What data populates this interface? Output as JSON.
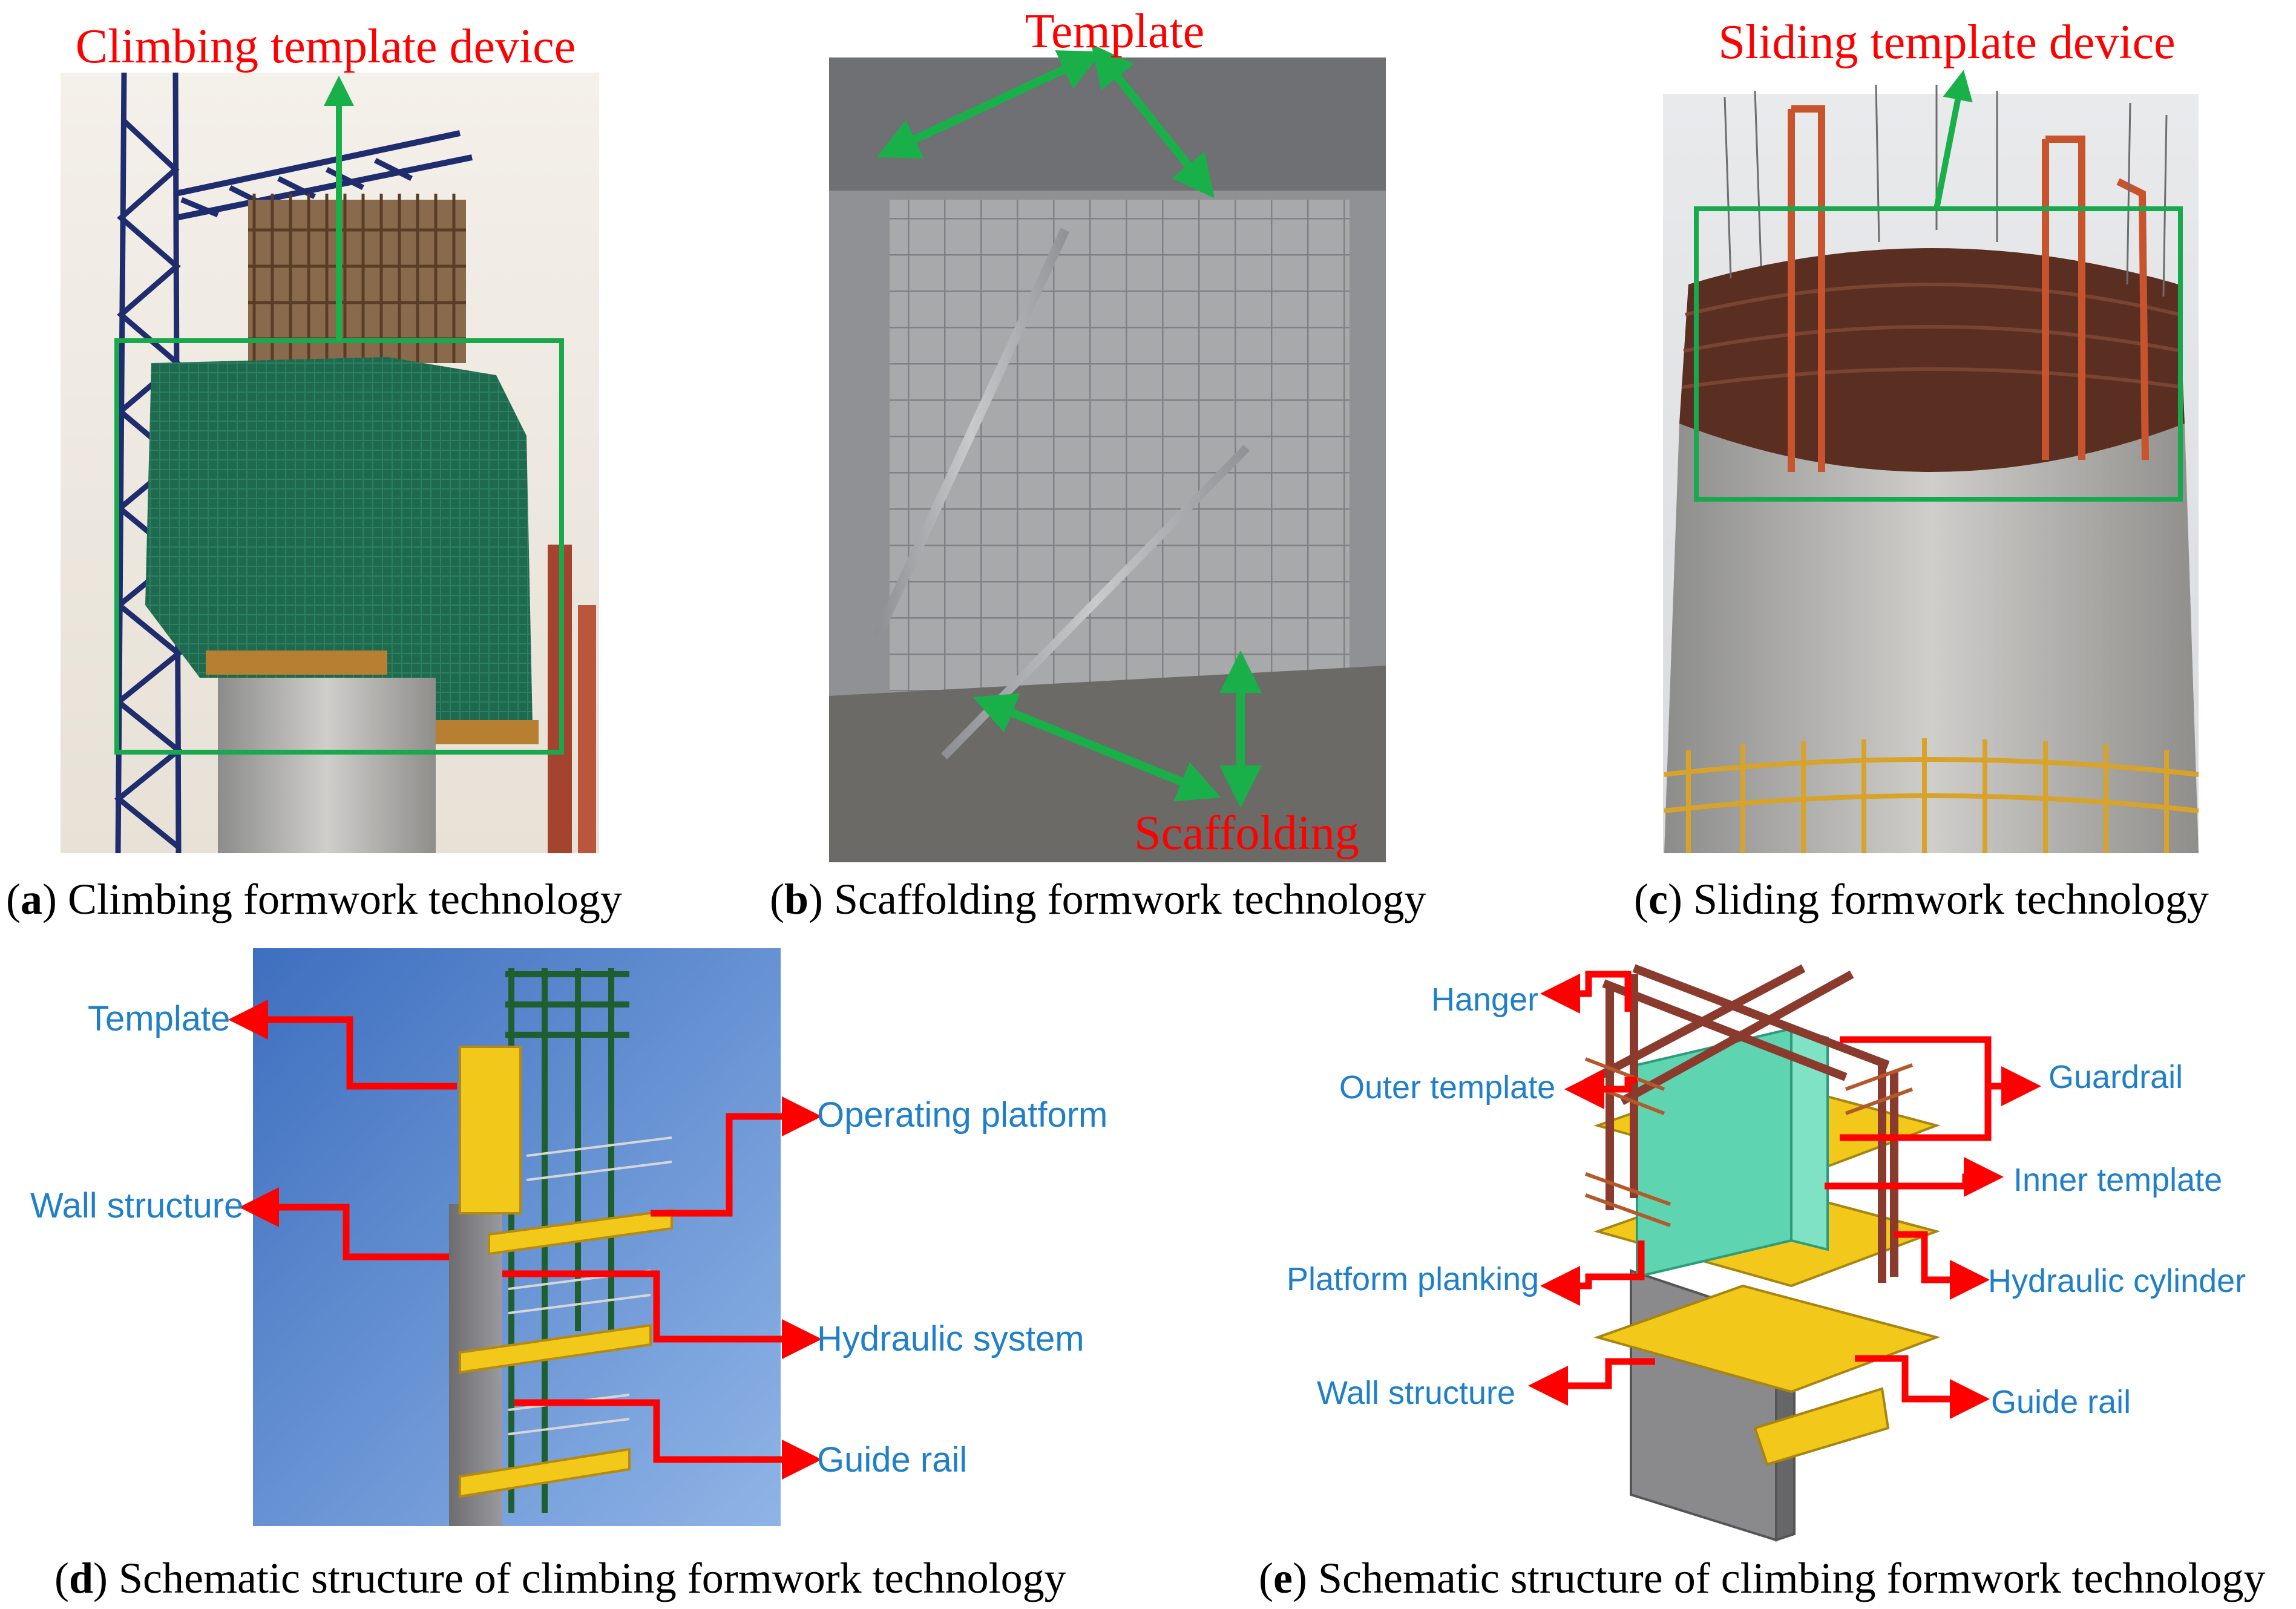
{
  "colors": {
    "annotation_red": "#ff0000",
    "box_green": "#1aa84f",
    "arrow_green": "#19b04a",
    "label_blue": "#1f7fc8",
    "schematic_yellow": "#f2c81a",
    "schematic_green": "#1f5e2f",
    "template_cyan": "#5fd4b0"
  },
  "panels": {
    "a": {
      "caption": {
        "letter": "a",
        "text": "Climbing formwork technology"
      },
      "labels": {
        "device": "Climbing template device"
      }
    },
    "b": {
      "caption": {
        "letter": "b",
        "text": "Scaffolding formwork technology"
      },
      "labels": {
        "template": "Template",
        "scaffolding": "Scaffolding"
      }
    },
    "c": {
      "caption": {
        "letter": "c",
        "text": "Sliding formwork technology"
      },
      "labels": {
        "device": "Sliding template device"
      }
    },
    "d": {
      "caption": {
        "letter": "d",
        "text": "Schematic structure of climbing formwork technology"
      },
      "labels": {
        "template": "Template",
        "operating_platform": "Operating platform",
        "wall_structure": "Wall structure",
        "hydraulic_system": "Hydraulic system",
        "guide_rail": "Guide rail"
      }
    },
    "e": {
      "caption": {
        "letter": "e",
        "text": "Schematic structure of climbing formwork technology"
      },
      "labels": {
        "hanger": "Hanger",
        "outer_template": "Outer template",
        "guardrail": "Guardrail",
        "inner_template": "Inner template",
        "platform_planking": "Platform planking",
        "hydraulic_cylinder": "Hydraulic cylinder",
        "wall_structure": "Wall structure",
        "guide_rail": "Guide rail"
      }
    }
  }
}
